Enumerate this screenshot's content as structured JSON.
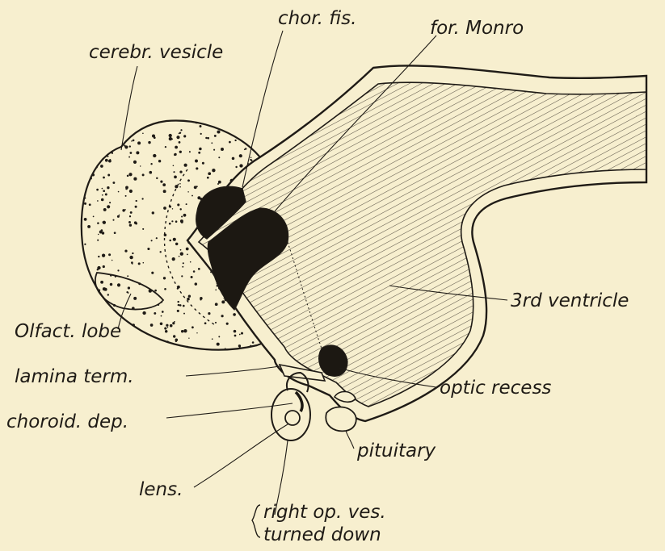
{
  "palette": {
    "paper": "#f7efcf",
    "ink": "#1f1b16",
    "hatch": "#5e574a",
    "dark_fill": "#1c1812"
  },
  "labels": {
    "cerebral_vesicle": "cerebr. vesicle",
    "choroid_fissure": "chor. fis.",
    "foramen_monro": "for. Monro",
    "third_ventricle": "3rd ventricle",
    "olfactory_lobe": "Olfact. lobe",
    "lamina_terminalis": "lamina term.",
    "optic_recess": "optic recess",
    "choroid_depression": "choroid. dep.",
    "pituitary": "pituitary",
    "lens": "lens.",
    "right_optic_vesicle_line1": "right op. ves.",
    "right_optic_vesicle_line2": "turned down"
  }
}
